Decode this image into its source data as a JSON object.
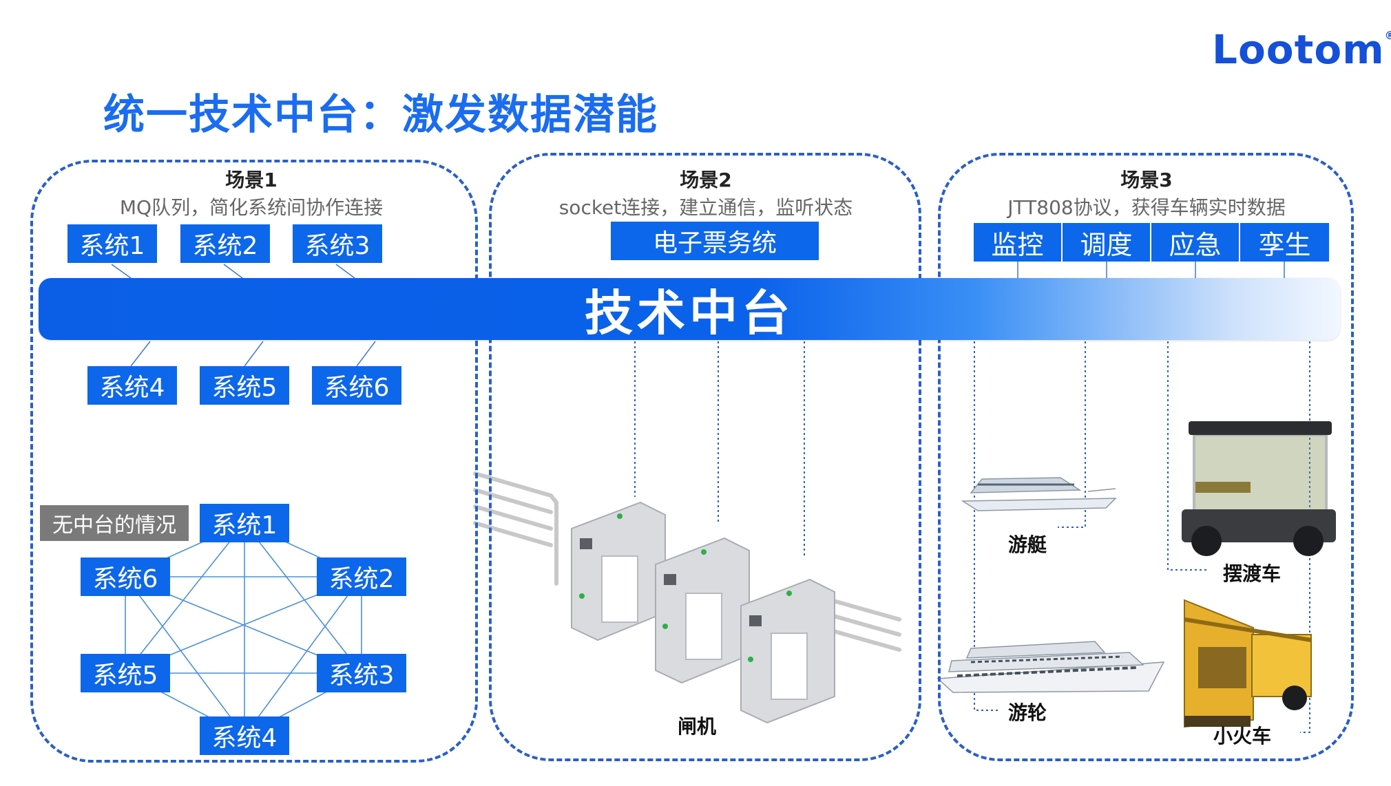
{
  "logo": "Lootom",
  "title": "统一技术中台：激发数据潜能",
  "platform_label": "技术中台",
  "scenario1": {
    "title": "场景1",
    "desc": "MQ队列，简化系统间协作连接",
    "top_systems": [
      "系统1",
      "系统2",
      "系统3"
    ],
    "bottom_systems": [
      "系统4",
      "系统5",
      "系统6"
    ],
    "no_platform_tag": "无中台的情况",
    "mesh_systems": [
      "系统1",
      "系统2",
      "系统3",
      "系统4",
      "系统5",
      "系统6"
    ]
  },
  "scenario2": {
    "title": "场景2",
    "desc": "socket连接，建立通信，监听状态",
    "system": "电子票务统",
    "device_label": "闸机"
  },
  "scenario3": {
    "title": "场景3",
    "desc": "JTT808协议，获得车辆实时数据",
    "functions": [
      "监控",
      "调度",
      "应急",
      "孪生"
    ],
    "vehicles": [
      "游艇",
      "摆渡车",
      "游轮",
      "小火车"
    ]
  },
  "colors": {
    "primary": "#0c67ea",
    "title": "#1a6cf0",
    "border": "#2a5fc8",
    "tag": "#7a7a7a"
  }
}
